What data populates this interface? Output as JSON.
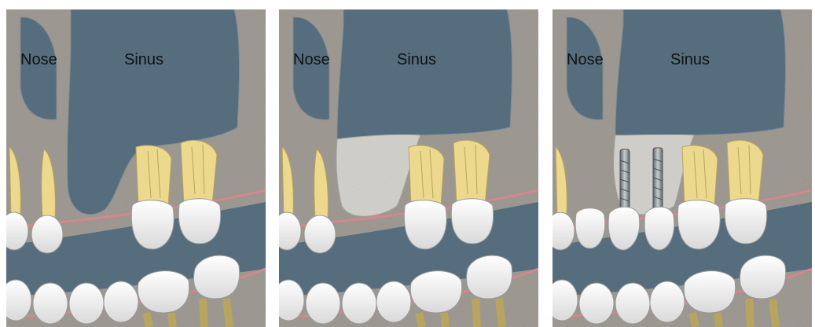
{
  "panels": [
    {
      "nose_label": "Nose",
      "sinus_label": "Sinus",
      "stage": "before",
      "graft": false,
      "implants": 0
    },
    {
      "nose_label": "Nose",
      "sinus_label": "Sinus",
      "stage": "sinus-lift-graft",
      "graft": true,
      "implants": 0
    },
    {
      "nose_label": "Nose",
      "sinus_label": "Sinus",
      "stage": "implants-placed",
      "graft": true,
      "implants": 2
    }
  ],
  "colors": {
    "bone": "#a39e96",
    "cavity": "#566d7e",
    "gum": "#d4878c",
    "root": "#ecd98d",
    "crown": "#f4f4f4",
    "graft": "#d9d8d3",
    "implant": "#8a9196"
  }
}
